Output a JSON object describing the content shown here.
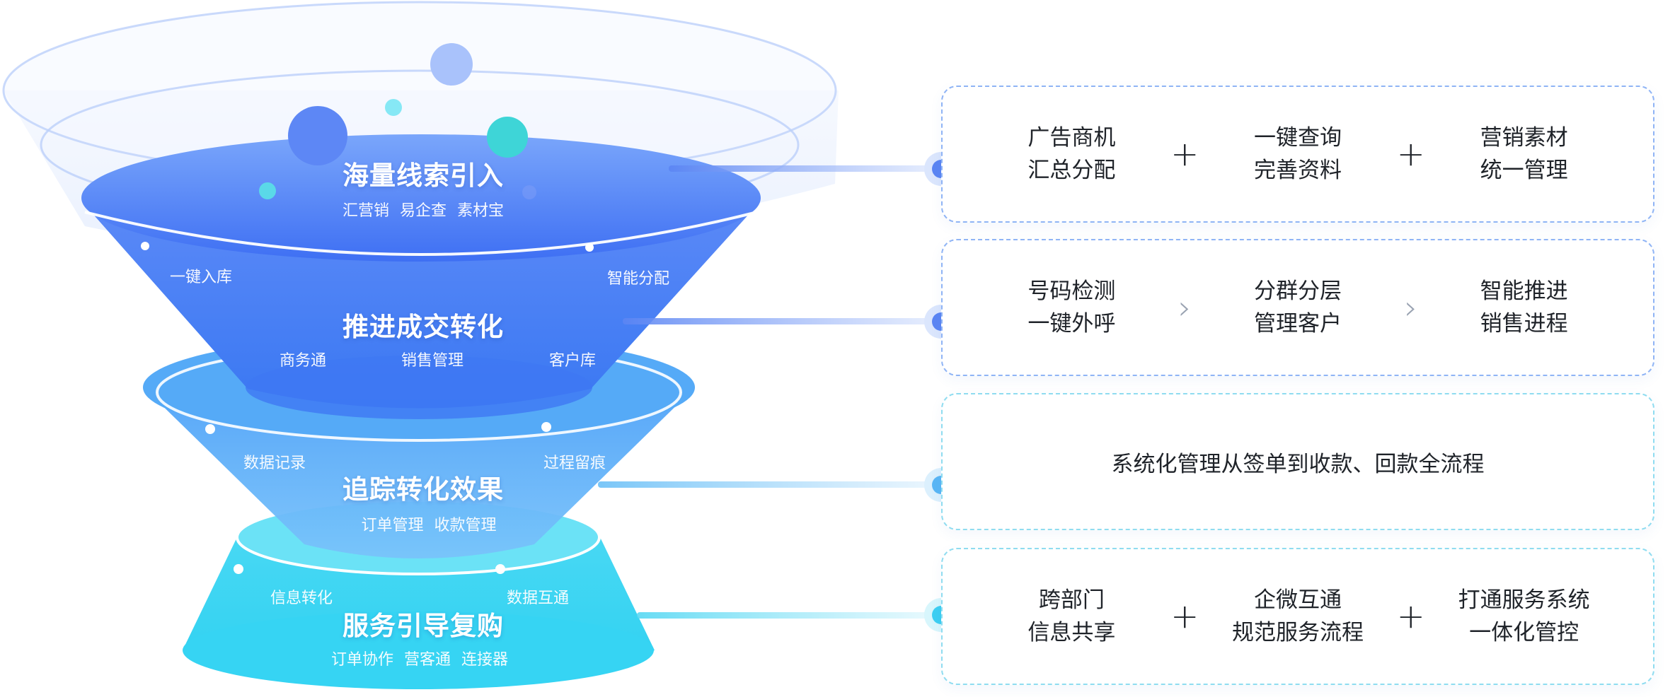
{
  "stages": [
    {
      "title": "海量线索引入",
      "sub": "汇营销  易企查  素材宝",
      "left_label": "一键入库",
      "right_label": "智能分配",
      "box": {
        "kind": "plus",
        "items": [
          "广告商机\n汇总分配",
          "一键查询\n完善资料",
          "营销素材\n统一管理"
        ]
      }
    },
    {
      "title": "推进成交转化",
      "sub_items": [
        "商务通",
        "销售管理",
        "客户库"
      ],
      "left_label": "数据记录",
      "right_label": "过程留痕",
      "box": {
        "kind": "arrow",
        "items": [
          "号码检测\n一键外呼",
          "分群分层\n管理客户",
          "智能推进\n销售进程"
        ]
      }
    },
    {
      "title": "追踪转化效果",
      "sub": "订单管理  收款管理",
      "left_label": "信息转化",
      "right_label": "数据互通",
      "box": {
        "kind": "single",
        "text": "系统化管理从签单到收款、回款全流程"
      }
    },
    {
      "title": "服务引导复购",
      "sub": "订单协作  营客通  连接器",
      "box": {
        "kind": "plus",
        "items": [
          "跨部门\n信息共享",
          "企微互通\n规范服务流程",
          "打通服务系统\n一体化管控"
        ]
      }
    }
  ],
  "separators": {
    "plus": "+",
    "arrow": "›"
  },
  "colors": {
    "stage1": "#4a7df5",
    "stage2": "#3f8cf6",
    "stage3": "#55aef7",
    "stage4": "#3dd3f2",
    "box_border_blue": "#8fb4f5",
    "box_border_cyan": "#8fdcf0",
    "dot_blue": "#5b85f3",
    "dot_light": "#59b6f5",
    "dot_cyan": "#3ccff2"
  }
}
